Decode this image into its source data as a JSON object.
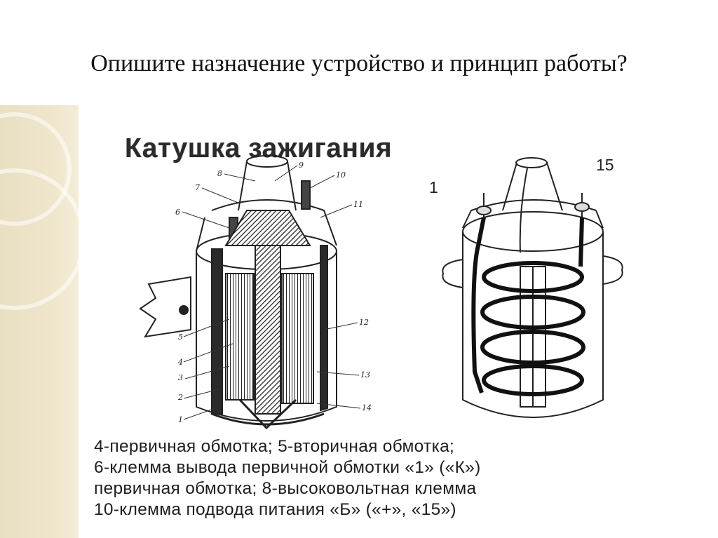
{
  "slide": {
    "title": "Опишите назначение устройство и принцип работы?"
  },
  "diagram": {
    "title": "Катушка зажигания",
    "terminal_labels": {
      "left": "1",
      "right": "15"
    },
    "part_numbers": [
      "1",
      "2",
      "3",
      "4",
      "5",
      "6",
      "7",
      "8",
      "9",
      "10",
      "11",
      "12",
      "13",
      "14"
    ],
    "caption_lines": [
      "4-первичная обмотка; 5-вторичная обмотка;",
      "6-клемма вывода первичной обмотки «1» («К»)",
      "первичная обмотка; 8-высоковольтная клемма",
      "10-клемма  подвода питания «Б» («+», «15»)"
    ]
  },
  "colors": {
    "background": "#ffffff",
    "side_strip": "#ece3c8",
    "ink": "#1e1e1e"
  }
}
